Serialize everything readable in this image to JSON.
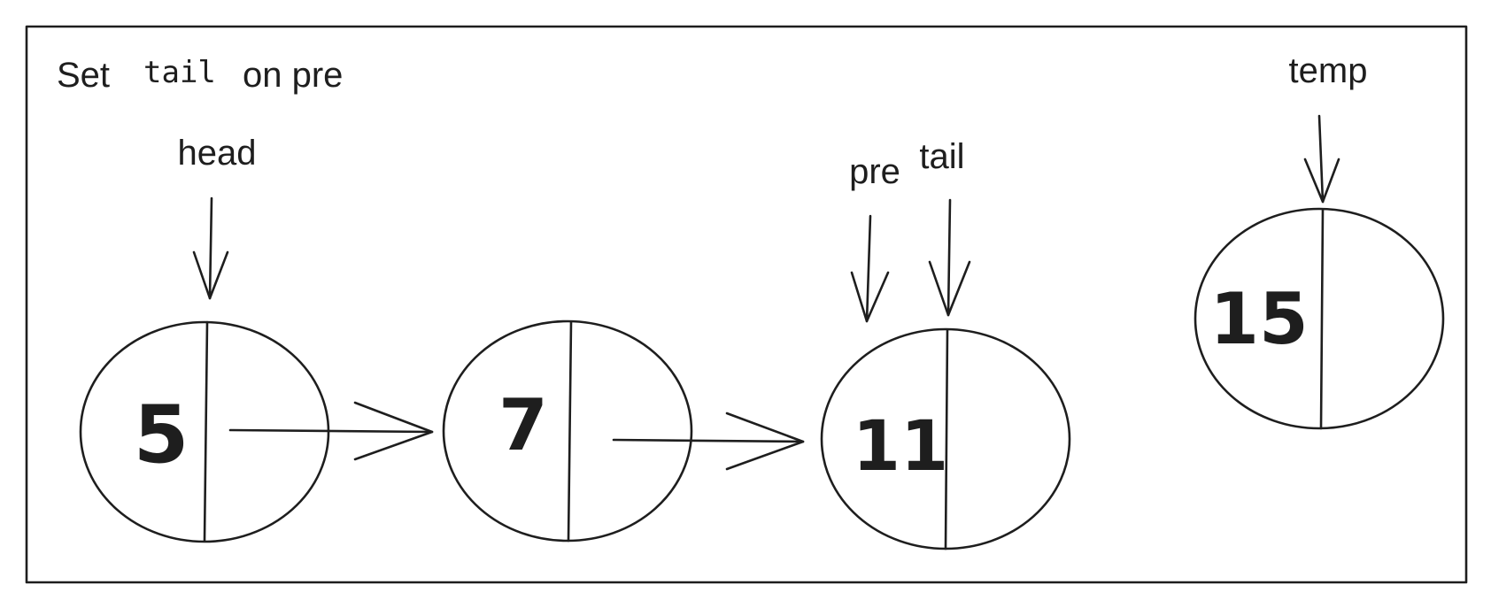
{
  "title": {
    "prefix": "Set",
    "code": "tail",
    "suffix": "on pre"
  },
  "nodes": [
    {
      "value": "5"
    },
    {
      "value": "7"
    },
    {
      "value": "11"
    },
    {
      "value": "15"
    }
  ],
  "pointers": {
    "head": "head",
    "pre": "pre",
    "tail": "tail",
    "temp": "temp"
  },
  "colors": {
    "ink": "#1e1e1e",
    "background": "#ffffff"
  }
}
